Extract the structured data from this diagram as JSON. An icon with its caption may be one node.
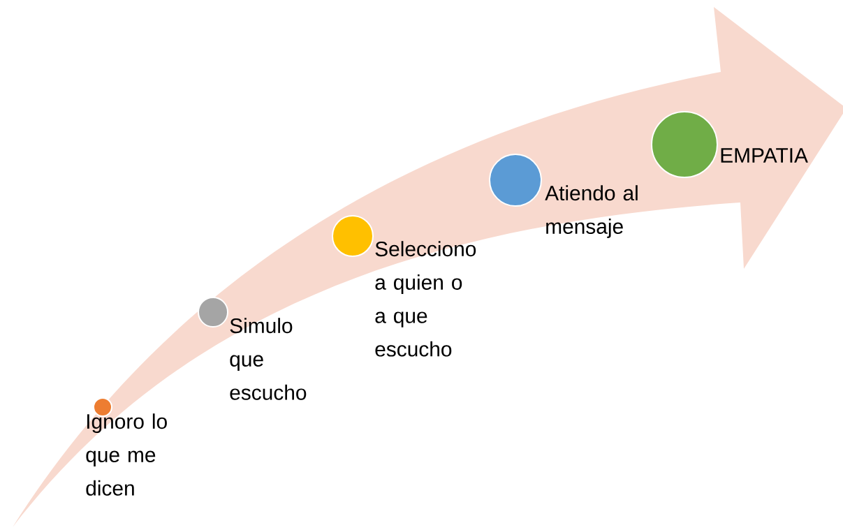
{
  "diagram": {
    "nodes": [
      {
        "text": [],
        "shape": "circle",
        "beside": [
          "Ignoro lo que me dicen"
        ]
      },
      {
        "text": [],
        "shape": "circle",
        "beside": [
          "Simulo que escucho"
        ]
      },
      {
        "text": [],
        "shape": "circle",
        "beside": [
          "Selecciono a quien o a que escucho"
        ]
      },
      {
        "text": [],
        "shape": "circle",
        "beside": [
          "Atiendo al mensaje"
        ]
      },
      {
        "text": [],
        "shape": "circle",
        "beside": [
          "EMPATIA"
        ]
      }
    ]
  }
}
